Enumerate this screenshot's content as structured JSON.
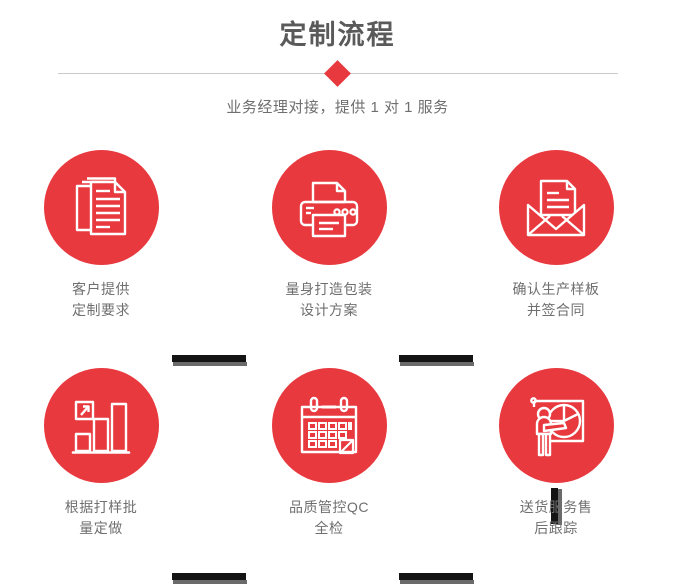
{
  "header": {
    "title": "定制流程",
    "subtitle": "业务经理对接，提供 1 对 1 服务",
    "divider_icon": "diamond-icon",
    "accent_color": "#e8393f",
    "title_color": "#5a5a5a",
    "text_color": "#6f6f6f"
  },
  "flow": {
    "connector_color": "#141414",
    "connector_shadow_color": "#6a6a6a",
    "steps": [
      {
        "index": 1,
        "icon": "documents-stack-icon",
        "label": "客户提供\n定制要求"
      },
      {
        "index": 2,
        "icon": "printer-icon",
        "label": "量身打造包装\n设计方案"
      },
      {
        "index": 3,
        "icon": "envelope-document-icon",
        "label": "确认生产样板\n并签合同"
      },
      {
        "index": 4,
        "icon": "bar-chart-growth-icon",
        "label": "根据打样批\n量定做"
      },
      {
        "index": 5,
        "icon": "calendar-icon",
        "label": "品质管控QC\n全检"
      },
      {
        "index": 6,
        "icon": "presentation-pie-chart-icon",
        "label": "送货服务售\n后跟踪"
      }
    ]
  }
}
